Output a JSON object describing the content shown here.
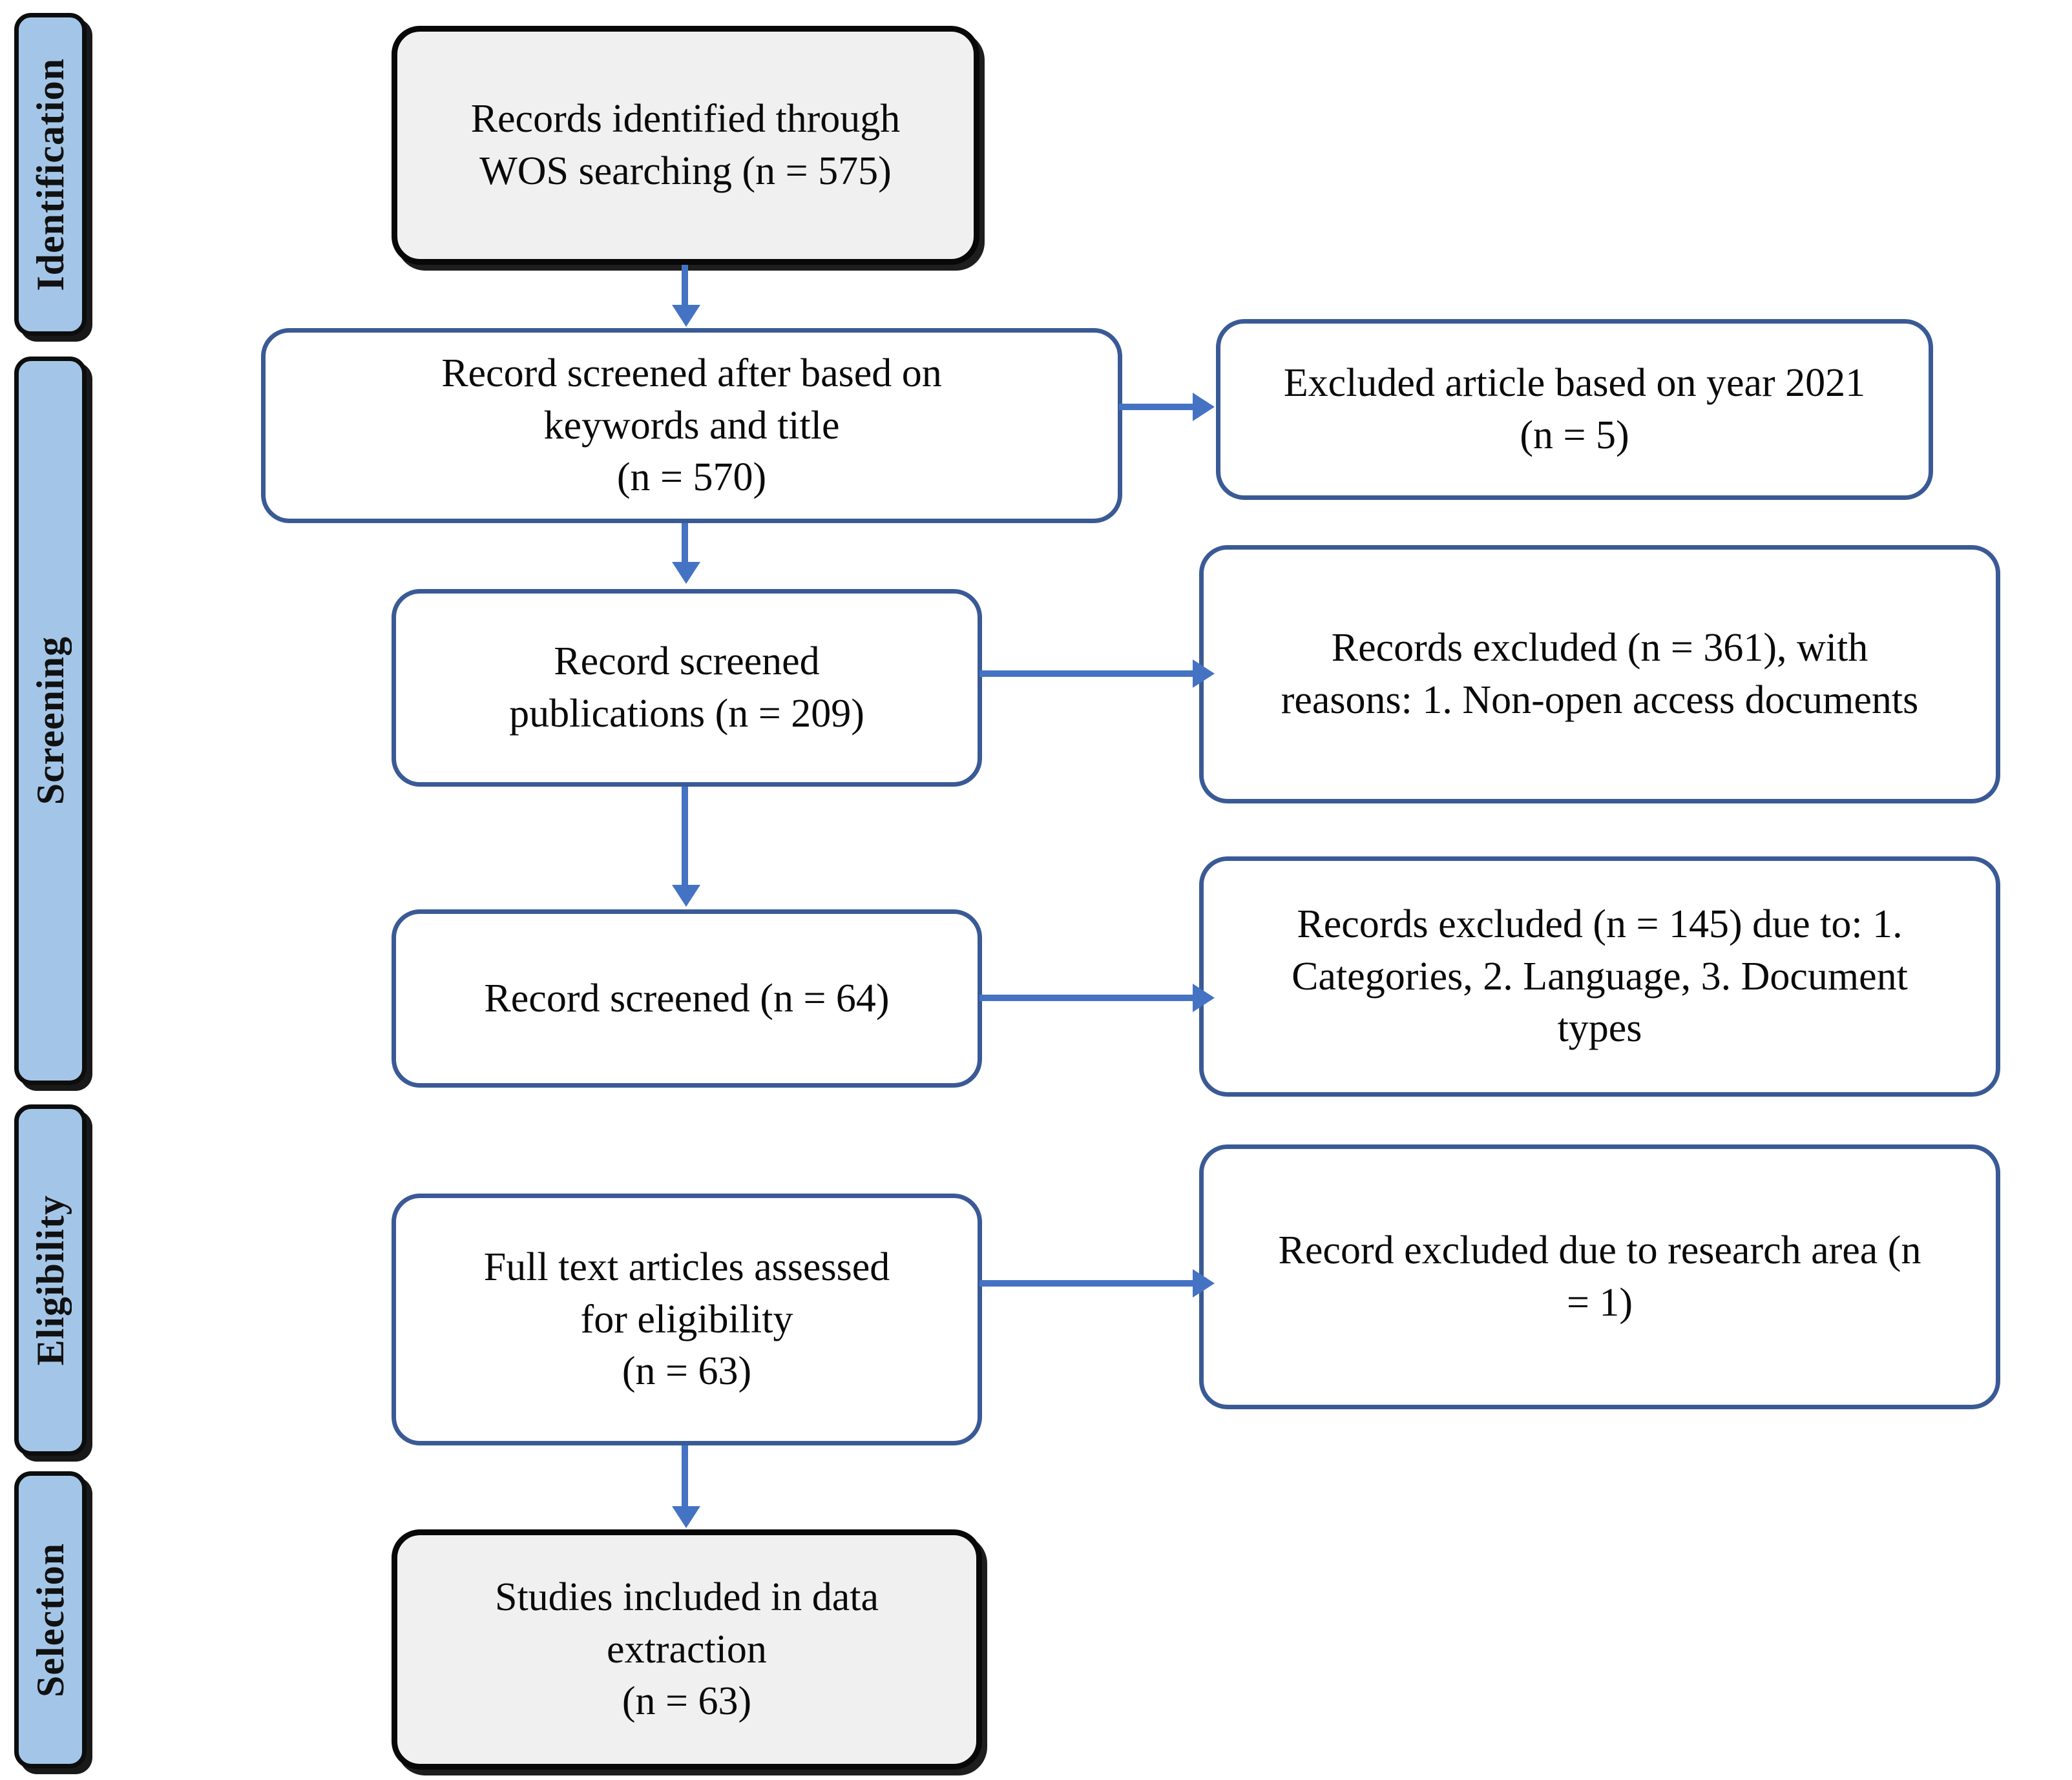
{
  "diagram": {
    "title": "PRISMA study selection flow diagram",
    "colors": {
      "stage_fill": "#A3C6E8",
      "stage_border": "#0d0d0d",
      "node_border_blue": "#3A5A96",
      "node_fill_emphasis": "#F0F0F0",
      "node_fill_plain": "#FFFFFF",
      "connector": "#4573C4"
    }
  },
  "stages": [
    {
      "id": "identification",
      "label": "Identification"
    },
    {
      "id": "screening",
      "label": "Screening"
    },
    {
      "id": "eligibility",
      "label": "Eligibility"
    },
    {
      "id": "selection",
      "label": "Selection"
    }
  ],
  "flow": {
    "identified": {
      "text": "Records identified through\nWOS searching (n = 575)",
      "count": 575
    },
    "screened_keywords": {
      "text": "Record screened after based on\nkeywords and title\n(n = 570)",
      "count": 570
    },
    "excluded_year": {
      "text": "Excluded article based on year 2021\n(n = 5)",
      "count": 5
    },
    "screened_publications": {
      "text": "Record screened\npublications (n = 209)",
      "count": 209
    },
    "excluded_reasons": {
      "text": "Records excluded (n = 361), with\nreasons: 1. Non-open access documents",
      "count": 361
    },
    "record_screened": {
      "text": "Record screened (n = 64)",
      "count": 64
    },
    "excluded_categories": {
      "text": "Records excluded  (n = 145) due to: 1.\nCategories, 2. Language, 3. Document\ntypes",
      "count": 145
    },
    "full_text_assessed": {
      "text": "Full text articles assessed\nfor eligibility\n(n = 63)",
      "count": 63
    },
    "excluded_research_area": {
      "text": "Record excluded due to research area (n\n= 1)",
      "count": 1
    },
    "studies_included": {
      "text": "Studies included in data\nextraction\n(n = 63)",
      "count": 63
    }
  },
  "connectors": [
    {
      "id": "identified-to-screened-keywords",
      "type": "arrow-down"
    },
    {
      "id": "screened-keywords-to-excluded-year",
      "type": "arrow-right"
    },
    {
      "id": "screened-keywords-to-screened-publications",
      "type": "arrow-down"
    },
    {
      "id": "screened-publications-to-excluded-reasons",
      "type": "arrow-right"
    },
    {
      "id": "screened-publications-to-record-screened",
      "type": "arrow-down"
    },
    {
      "id": "record-screened-to-excluded-categories",
      "type": "arrow-right"
    },
    {
      "id": "full-text-to-excluded-research-area",
      "type": "arrow-right"
    },
    {
      "id": "full-text-to-studies-included",
      "type": "arrow-down"
    }
  ]
}
